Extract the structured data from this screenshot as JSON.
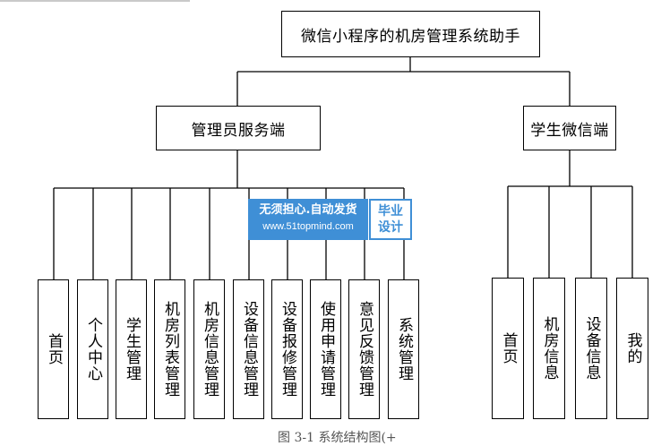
{
  "root": "微信小程序的机房管理系统助手",
  "branches": [
    {
      "label": "管理员服务端",
      "children": [
        "首页",
        "个人中心",
        "学生管理",
        "机房列表管理",
        "机房信息管理",
        "设备信息管理",
        "设备报修管理",
        "使用申请管理",
        "意见反馈管理",
        "系统管理"
      ]
    },
    {
      "label": "学生微信端",
      "children": [
        "首页",
        "机房信息",
        "设备信息",
        "我的"
      ]
    }
  ],
  "watermark": {
    "line1": "无须担心.自动发货",
    "line2": "www.51topmind.com",
    "badge_top": "毕业",
    "badge_bottom": "设计"
  },
  "caption": "图 3-1 系统结构图(+"
}
